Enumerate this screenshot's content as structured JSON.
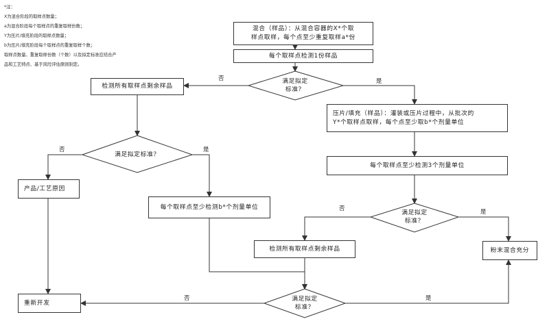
{
  "notes": {
    "title": "*注：",
    "lines": [
      "X为混合阶段的取样点数量；",
      "a为混合阶段每个取样点的重复取样份数；",
      "Y为压片/填充阶段的取样点数量；",
      "b为压片/填充阶段每个取样点的重复取样个数；",
      "取样点数量、重复取样份数（个数）以及拟定标准应结合产",
      "品和工艺特点、基于风险评估原则制定。"
    ]
  },
  "boxes": {
    "mix_sample_line1": "混合（样品）：从混合容器的X*个取",
    "mix_sample_line2": "样点取样，每个点至少重复取样a*份",
    "test_one_each": "每个取样点检测1份样品",
    "test_remaining_left": "检测所有取样点剩余样品",
    "tablet_line1": "压片/填充（样品）：灌装或压片过程中，从批次的",
    "tablet_line2": "Y*个取样点取样，每个点至少取b*个剂量单位",
    "test_three_units": "每个取样点至少检测3个剂量单位",
    "product_cause": "产品/工艺原因",
    "test_b_units": "每个取样点至少检测b*个剂量单位",
    "test_remaining_mid": "检测所有取样点剩余样品",
    "powder_ok": "粉末混合充分",
    "redevelop": "重新开发"
  },
  "decisions": {
    "d1_line1": "满足拟定",
    "d1_line2": "标准？",
    "d2": "满足拟定标准？",
    "d3_line1": "满足拟定",
    "d3_line2": "标准？",
    "d4_line1": "满足拟定",
    "d4_line2": "标准？"
  },
  "labels": {
    "no": "否",
    "yes": "是"
  }
}
